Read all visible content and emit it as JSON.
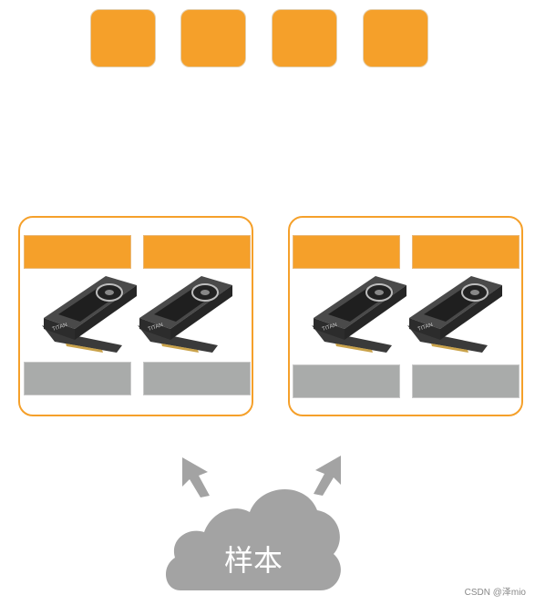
{
  "colors": {
    "accent": "#f5a02a",
    "gray": "#a9abaa",
    "cloud": "#a3a3a3"
  },
  "cloud": {
    "label": "样本",
    "icon": "cloud-icon"
  },
  "watermark": "CSDN @泽mio",
  "nodes": [
    {
      "gpus": [
        "TITAN",
        "TITAN"
      ]
    },
    {
      "gpus": [
        "TITAN",
        "TITAN"
      ]
    }
  ],
  "gpu_label": "TITAN"
}
